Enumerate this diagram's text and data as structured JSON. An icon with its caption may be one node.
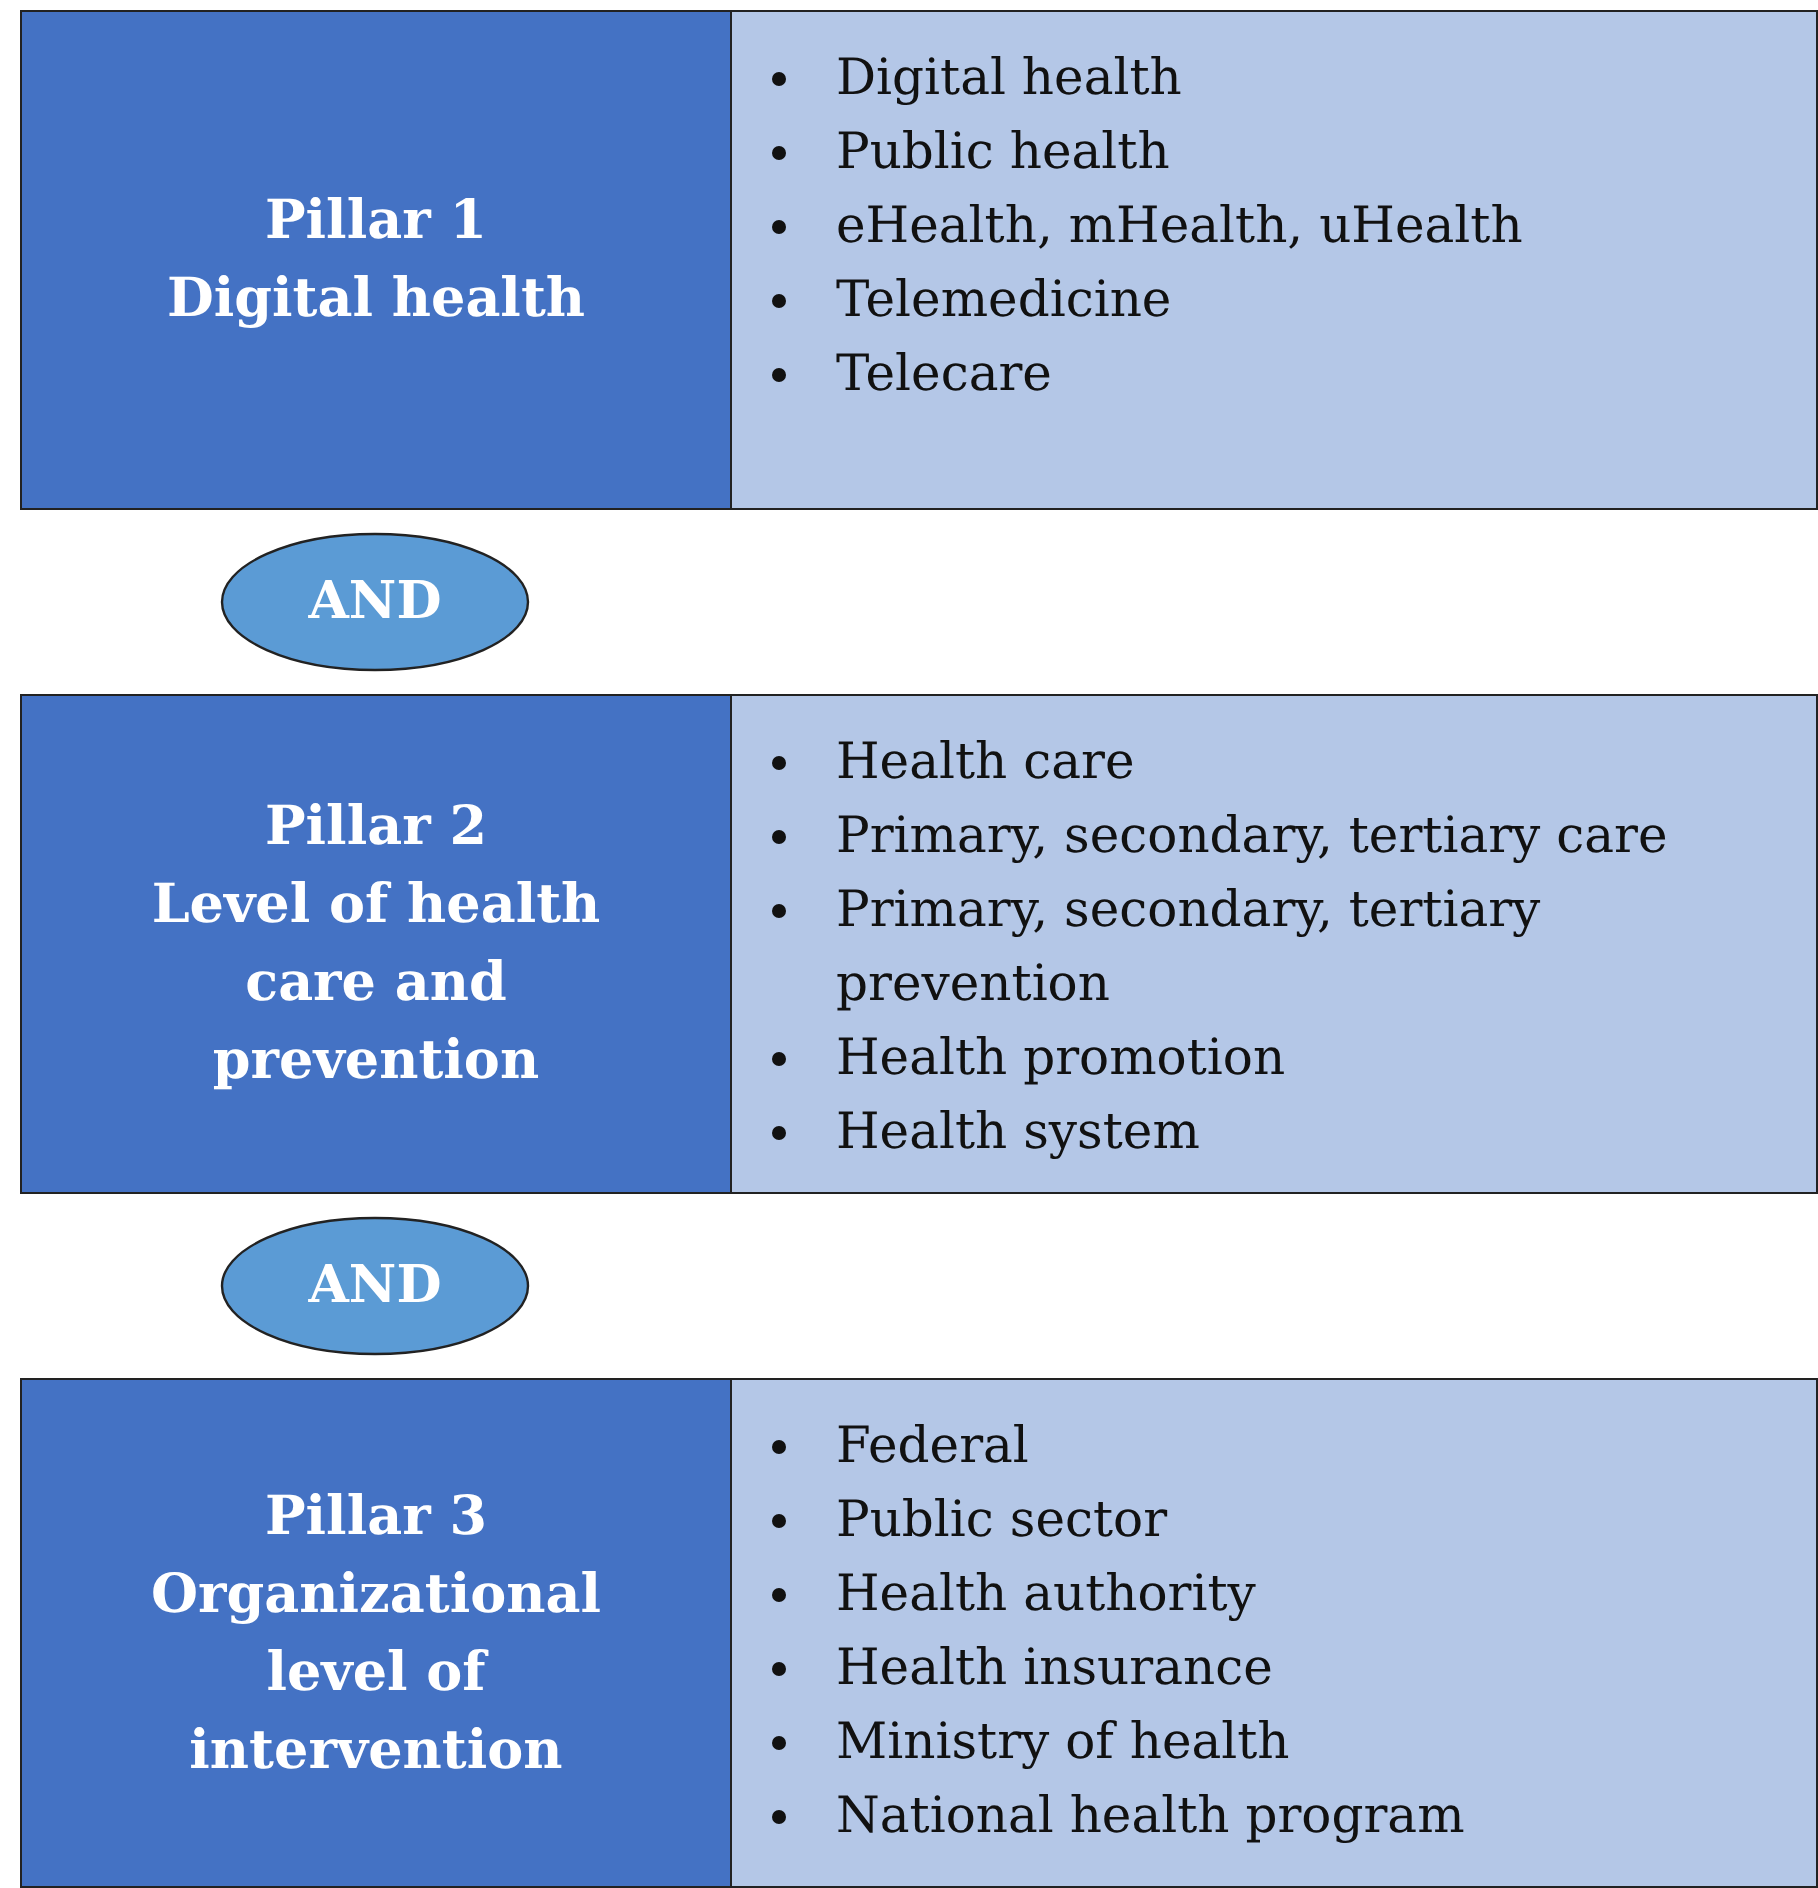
{
  "diagram": {
    "nodes": [
      {
        "text": [
          "Pillar 1",
          "Digital health"
        ]
      },
      {
        "text": [
          "Digital health",
          "Public health",
          "eHealth, mHealth, uHealth",
          "Telemedicine",
          "Telecare"
        ]
      },
      {
        "text": [
          "AND"
        ]
      },
      {
        "text": [
          "Pillar 2",
          "Level of health care and prevention"
        ]
      },
      {
        "text": [
          "Health care",
          "Primary, secondary, tertiary care",
          "Primary, secondary, tertiary prevention",
          "Health promotion",
          "Health system"
        ]
      },
      {
        "text": [
          "AND"
        ]
      },
      {
        "text": [
          "Pillar 3",
          "Organizational level of intervention"
        ]
      },
      {
        "text": [
          "Federal",
          "Public sector",
          "Health authority",
          "Health insurance",
          "Ministry of health",
          "National health program"
        ]
      }
    ]
  }
}
